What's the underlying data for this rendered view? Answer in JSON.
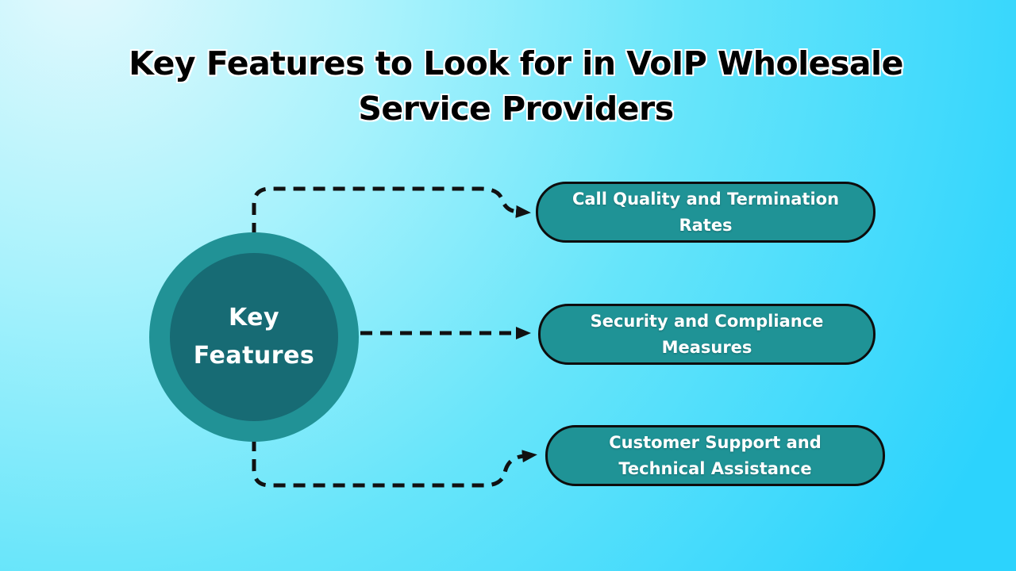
{
  "title": "Key Features to Look for in VoIP Wholesale Service Providers",
  "hub": {
    "label": "Key Features"
  },
  "features": [
    {
      "label": "Call Quality and Termination Rates"
    },
    {
      "label": "Security and Compliance Measures"
    },
    {
      "label": "Customer Support and Technical Assistance"
    }
  ],
  "colors": {
    "background_top": "#e4f9fd",
    "background_bottom": "#2cd3fd",
    "hub_ring": "#219296",
    "hub_core": "#176b74",
    "box_fill": "#1f9396",
    "box_border": "#0d0d0d",
    "connector": "#111111",
    "text_light": "#ffffff",
    "title_text": "#000000"
  }
}
